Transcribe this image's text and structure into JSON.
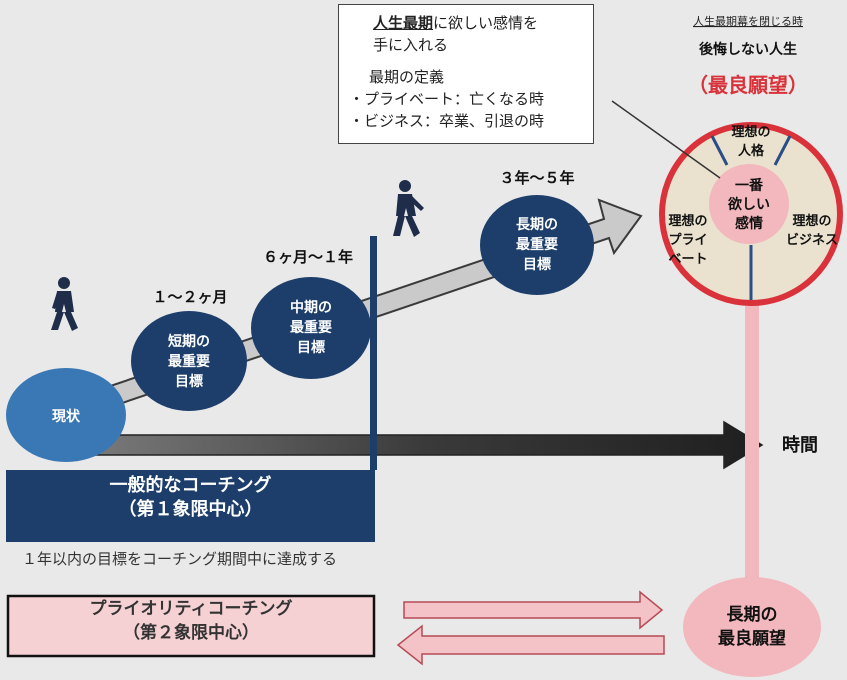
{
  "note": {
    "line1_bold": "人生最期",
    "line1_rest": "に欲しい感情を",
    "line2": "手に入れる",
    "line3": "最期の定義",
    "line4": "・プライベート：亡くなる時",
    "line5": "・ビジネス：卒業、引退の時"
  },
  "header": {
    "small": "人生最期幕を閉じる時",
    "subtitle": "後悔しない人生",
    "title": "（最良願望）"
  },
  "circle": {
    "top": [
      "理想の",
      "人格"
    ],
    "left": [
      "理想の",
      "プライ",
      "ベート"
    ],
    "right": [
      "理想の",
      "ビジネス"
    ],
    "center": [
      "一番",
      "欲しい",
      "感情"
    ]
  },
  "milestones": {
    "current": "現状",
    "short": [
      "短期の",
      "最重要",
      "目標"
    ],
    "mid": [
      "中期の",
      "最重要",
      "目標"
    ],
    "long": [
      "長期の",
      "最重要",
      "目標"
    ]
  },
  "durations": {
    "short": "１～２ヶ月",
    "mid": "６ヶ月～１年",
    "long": "３年～５年"
  },
  "time_label": "時間",
  "general": {
    "line1": "一般的なコーチング",
    "line2": "（第１象限中心）"
  },
  "caption": "１年以内の目標をコーチング期間中に達成する",
  "priority": {
    "line1": "プライオリティコーチング",
    "line2": "（第２象限中心）"
  },
  "best_wish": [
    "長期の",
    "最良願望"
  ],
  "colors": {
    "navy": "#1d3e6b",
    "blue": "#3a78b5",
    "red": "#d9323a",
    "pink": "#f2b8bd",
    "beige": "#eae2cf",
    "arrow_gray": "#c8c8c8"
  }
}
